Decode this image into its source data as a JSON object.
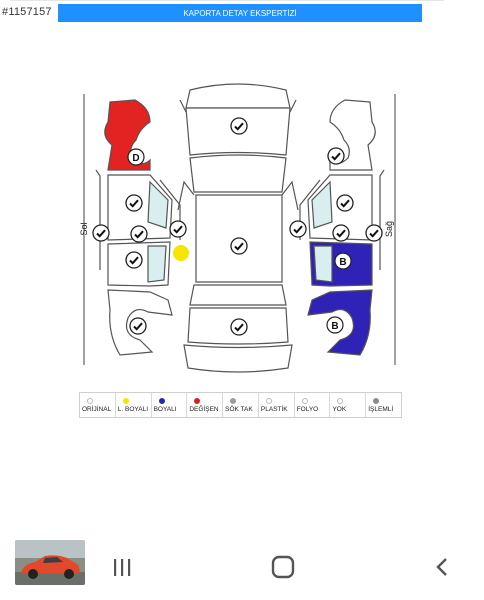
{
  "listing_id": "#1157157",
  "header": {
    "title": "KAPORTA DETAY EKSPERTİZİ"
  },
  "side_labels": {
    "left": "Sol",
    "right": "Sağ"
  },
  "part_marks": {
    "painted": "B",
    "changed": "D"
  },
  "legend": [
    {
      "label": "ORİJİNAL",
      "color": "#ffffff"
    },
    {
      "label": "L. BOYALI",
      "color": "#f5e600"
    },
    {
      "label": "BOYALI",
      "color": "#2626b0"
    },
    {
      "label": "DEĞİŞEN",
      "color": "#d81e1e"
    },
    {
      "label": "SÖK TAK",
      "color": "#9b9b9b"
    },
    {
      "label": "PLASTİK",
      "color": "#ffffff"
    },
    {
      "label": "FOLYO",
      "color": "#ffffff"
    },
    {
      "label": "YOK",
      "color": "#ffffff"
    },
    {
      "label": "İŞLEMLİ",
      "color": "#8c8c8c"
    }
  ],
  "colors": {
    "header": "#1e90ff",
    "changed": "#e32222",
    "painted": "#2f22b6",
    "local_painted": "#f5e600"
  },
  "icons": [
    "check-icon",
    "recents-icon",
    "home-icon",
    "back-icon"
  ]
}
